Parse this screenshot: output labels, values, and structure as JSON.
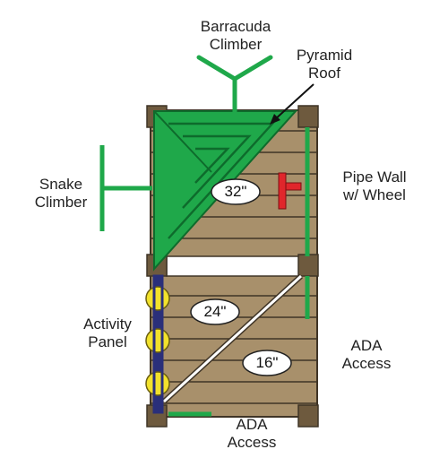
{
  "labels": {
    "barracuda_climber": [
      "Barracuda",
      "Climber"
    ],
    "pyramid_roof": [
      "Pyramid",
      "Roof"
    ],
    "snake_climber": [
      "Snake",
      "Climber"
    ],
    "pipe_wall": [
      "Pipe Wall",
      "w/ Wheel"
    ],
    "activity_panel": [
      "Activity",
      "Panel"
    ],
    "ada_access_right": [
      "ADA",
      "Access"
    ],
    "ada_access_bottom": [
      "ADA",
      "Access"
    ]
  },
  "heights": {
    "roof_deck": "32\"",
    "middle_deck": "24\"",
    "lower_deck": "16\""
  },
  "colors": {
    "wood": "#a8906b",
    "wood_dark": "#5c4a32",
    "wood_line": "#3f3426",
    "green": "#1fa84a",
    "green_dark": "#0e6b2c",
    "red": "#e0262b",
    "yellow": "#f2e22c",
    "navy": "#2a2f7a",
    "post": "#6e5a3e"
  }
}
